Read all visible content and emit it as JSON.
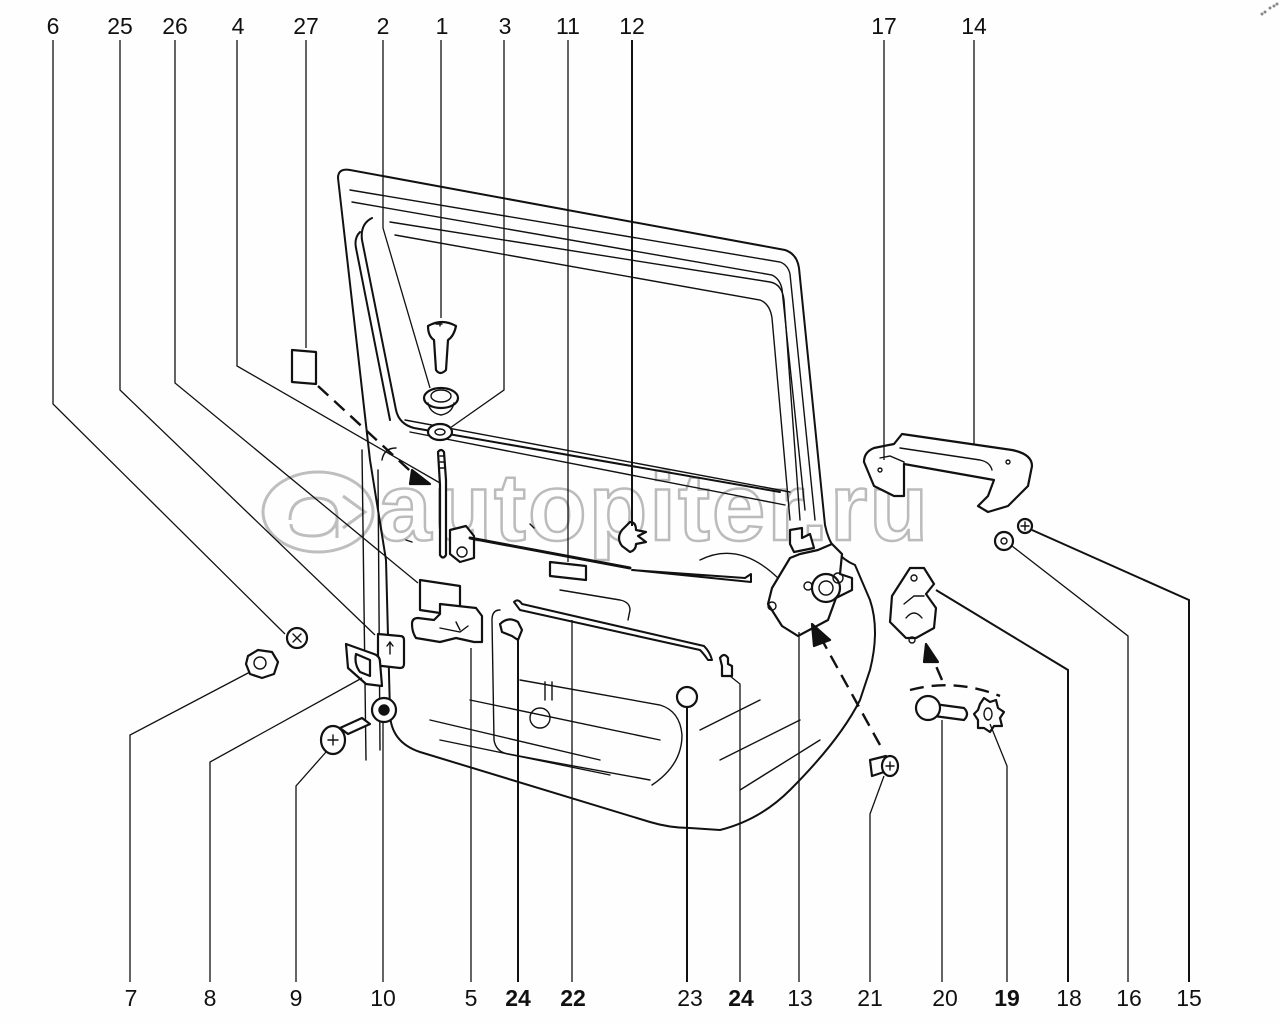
{
  "title": "Rear door lock mechanism — exploded view",
  "watermark": "a>autopiter.ru",
  "watermark_icon": "autopiter-logo-icon",
  "corner_mark": "dotted-scribble-icon",
  "colors": {
    "line": "#111111",
    "background": "#fdfefd",
    "watermark": "#b4b4b4"
  },
  "callouts": {
    "top": [
      {
        "id": "6",
        "label": "6"
      },
      {
        "id": "25",
        "label": "25"
      },
      {
        "id": "26",
        "label": "26"
      },
      {
        "id": "4",
        "label": "4"
      },
      {
        "id": "27",
        "label": "27"
      },
      {
        "id": "2",
        "label": "2"
      },
      {
        "id": "1",
        "label": "1"
      },
      {
        "id": "3",
        "label": "3"
      },
      {
        "id": "11",
        "label": "11"
      },
      {
        "id": "12",
        "label": "12"
      },
      {
        "id": "17",
        "label": "17"
      },
      {
        "id": "14",
        "label": "14"
      }
    ],
    "bottom": [
      {
        "id": "7",
        "label": "7"
      },
      {
        "id": "8",
        "label": "8"
      },
      {
        "id": "9",
        "label": "9"
      },
      {
        "id": "10",
        "label": "10"
      },
      {
        "id": "5",
        "label": "5"
      },
      {
        "id": "24a",
        "label": "24"
      },
      {
        "id": "22",
        "label": "22"
      },
      {
        "id": "23",
        "label": "23"
      },
      {
        "id": "24b",
        "label": "24"
      },
      {
        "id": "13",
        "label": "13"
      },
      {
        "id": "21",
        "label": "21"
      },
      {
        "id": "20",
        "label": "20"
      },
      {
        "id": "19",
        "label": "19"
      },
      {
        "id": "18",
        "label": "18"
      },
      {
        "id": "16",
        "label": "16"
      },
      {
        "id": "15",
        "label": "15"
      }
    ]
  }
}
